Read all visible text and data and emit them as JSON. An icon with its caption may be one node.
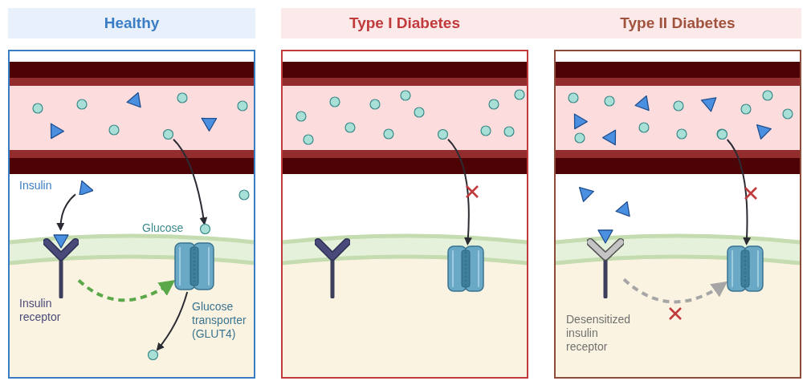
{
  "diagram": {
    "nodes": [
      {
        "text": [
          "Healthy"
        ]
      },
      {
        "text": [],
        "shape": "triangle",
        "beside": [
          "Insulin"
        ],
        "in": 0
      },
      {
        "text": [],
        "shape": "picture",
        "beside": [
          "Insulin receptor"
        ],
        "in": 0
      },
      {
        "text": [],
        "shape": "circle",
        "in": 0
      },
      {
        "text": [],
        "shape": "circle",
        "beside": [
          "Glucose"
        ],
        "in": 0
      },
      {
        "text": [],
        "shape": "picture",
        "beside": [
          "Glucose transporter (GLUT4)"
        ],
        "in": 0
      },
      {
        "text": [],
        "shape": "circle",
        "in": 0
      },
      {
        "text": [
          "Type I Diabetes"
        ]
      },
      {
        "text": [],
        "shape": "picture",
        "in": 7
      },
      {
        "text": [],
        "shape": "circle",
        "in": 7
      },
      {
        "text": [],
        "shape": "picture",
        "in": 7
      },
      {
        "text": [
          "Type II Diabetes"
        ]
      },
      {
        "text": [],
        "shape": "picture",
        "beside": [
          "Desensitized insulin receptor"
        ],
        "in": 11
      },
      {
        "text": [],
        "shape": "circle",
        "in": 11
      },
      {
        "text": [],
        "shape": "picture",
        "in": 11
      }
    ],
    "edges": [
      {
        "from": 1,
        "to": 2,
        "arrow": "to"
      },
      {
        "from": 3,
        "to": 4,
        "arrow": "to"
      },
      {
        "from": 2,
        "to": 5,
        "arrow": "to",
        "style": "dashed",
        "color": "#5aa84a"
      },
      {
        "from": 5,
        "to": 6,
        "arrow": "to"
      },
      {
        "from": 9,
        "to": 10,
        "arrow": "to"
      },
      {
        "from": 13,
        "to": 14,
        "arrow": "to"
      },
      {
        "from": 12,
        "to": 14,
        "arrow": "to",
        "style": "dashed",
        "color": "#a6a6a6"
      }
    ]
  }
}
